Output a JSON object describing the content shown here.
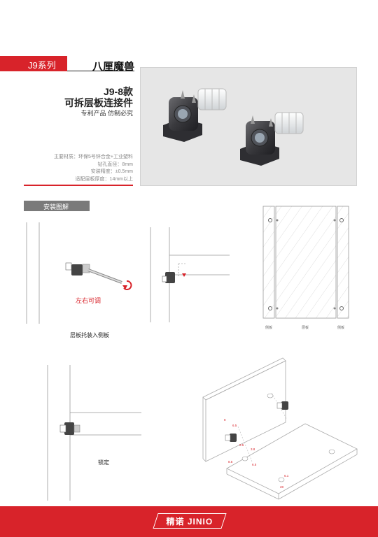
{
  "header": {
    "series_label": "J9系列",
    "product_line": "八厘魔兽"
  },
  "product": {
    "model": "J9-8款",
    "name": "可拆层板连接件",
    "patent": "专利产品  仿制必究"
  },
  "specs": [
    "主要材质：环保5号锌合金+工业塑料",
    "钻孔直径：8mm",
    "安装精度：±0.5mm",
    "适配层板厚度：14mm以上"
  ],
  "section": {
    "install_title": "安装图解"
  },
  "diagram_labels": {
    "adjust": "左右可调",
    "insert": "层板托装入侧板",
    "lock": "锁定",
    "side_left": "侧板",
    "shelf": "层板",
    "side_right": "侧板",
    "dims": [
      "8",
      "6.5",
      "8.5",
      "3.8",
      "8.5",
      "6.5",
      "6.1",
      "28"
    ]
  },
  "footer": {
    "brand": "精诺 JINIO"
  },
  "colors": {
    "brand_red": "#d8232a",
    "section_gray": "#7a7a7a"
  }
}
